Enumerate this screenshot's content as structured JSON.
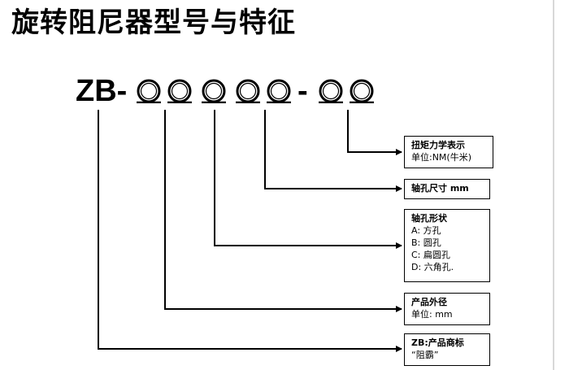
{
  "title": "旋转阻尼器型号与特征",
  "model": {
    "prefix": "ZB",
    "dash1": "-",
    "dash2": "-"
  },
  "boxes": {
    "torque": {
      "line1": "扭矩力学表示",
      "line2": "单位:NM(牛米)"
    },
    "shaft_size": {
      "line1": "轴孔尺寸 mm"
    },
    "shaft_shape": {
      "line1": "轴孔形状",
      "opt_a": "A: 方孔",
      "opt_b": "B: 圆孔",
      "opt_c": "C: 扁圆孔",
      "opt_d": "D: 六角孔."
    },
    "outer_dia": {
      "line1": "产品外径",
      "line2": "单位: mm"
    },
    "brand": {
      "line1": "ZB:产品商标",
      "line2": "“阻霸”"
    }
  }
}
